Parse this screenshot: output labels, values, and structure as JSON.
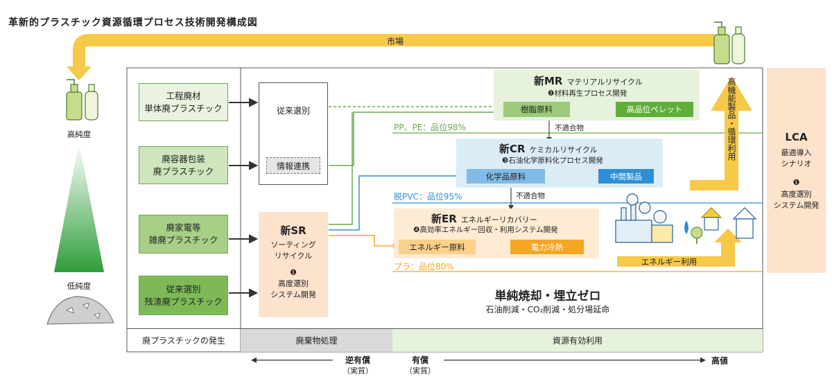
{
  "title": "革新的プラスチック資源循環プロセス技術開発構成図",
  "market": "市場",
  "purity_high": "高純度",
  "purity_low": "低純度",
  "sources": [
    {
      "text": "工程廃材\n単体廃プラスチック"
    },
    {
      "text": "廃容器包装\n廃プラスチック"
    },
    {
      "text": "廃家電等\n雑廃プラスチック"
    },
    {
      "text": "従来選別\n残渣廃プラスチック"
    }
  ],
  "conventional": {
    "label": "従来選別",
    "info": "情報連携"
  },
  "sr": {
    "title": "新SR",
    "sub": "ソーティング\nリサイクル",
    "num": "❶",
    "desc": "高度選別\nシステム開発"
  },
  "mr": {
    "title": "新MR",
    "subtitle": "マテリアルリサイクル",
    "desc": "❷材料再生プロセス開発",
    "raw": "樹脂原料",
    "product": "高品位ペレット"
  },
  "cr": {
    "title": "新CR",
    "subtitle": "ケミカルリサイクル",
    "desc": "❸石油化学原料化プロセス開発",
    "raw": "化学品原料",
    "product": "中間製品"
  },
  "er": {
    "title": "新ER",
    "subtitle": "エネルギーリカバリー",
    "desc": "❹高効率エネルギー回収・利用システム開発",
    "raw": "エネルギー原料",
    "product": "電力冷熱"
  },
  "unsuitable": "不適合物",
  "grades": {
    "pp_pe": "PP、PE：品位98%",
    "pvc": "脱PVC：品位95%",
    "pla": "プラ：品位80%"
  },
  "energy_use": "エネルギー利用",
  "high_func": "高機能製品・循環利用",
  "zero": {
    "title": "単純焼却・埋立ゼロ",
    "sub": "石油削減・CO₂削減・処分場延命"
  },
  "lca": {
    "title": "LCA",
    "sub": "最適導入\nシナリオ",
    "num": "❶",
    "desc": "高度選別\nシステム開発"
  },
  "footer": {
    "gen": "廃プラスチックの発生",
    "waste": "廃棄物処理",
    "resource": "資源有効利用"
  },
  "bottom": {
    "reverse": "逆有償",
    "reverse_sub": "（実質）",
    "paid": "有償",
    "paid_sub": "（実質）",
    "high": "高値"
  },
  "colors": {
    "green": "#6aa84f",
    "light_green": "#e6f2dc",
    "blue": "#2f8fd6",
    "light_blue": "#dcecf7",
    "orange": "#f5a623",
    "light_orange": "#fdebd3",
    "yellow": "#f7c948",
    "peach": "#fde2cc"
  }
}
